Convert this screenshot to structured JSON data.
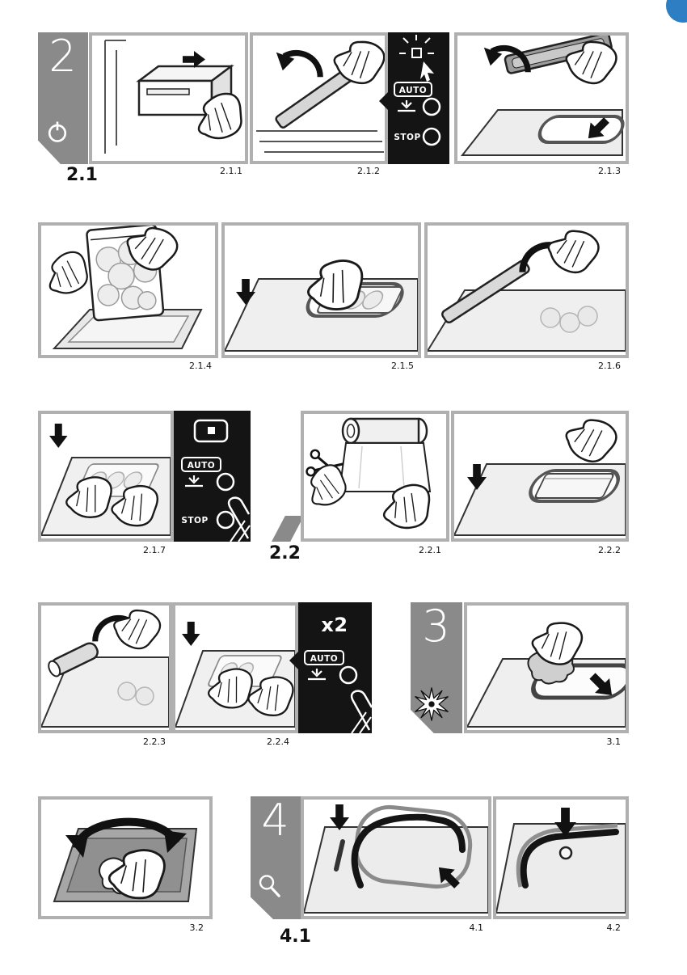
{
  "steps": {
    "step2_number": "2",
    "step21_label": "2.1",
    "step22_label": "2.2",
    "step3_number": "3",
    "step4_number": "4",
    "step41_label": "4.1"
  },
  "control_panel": {
    "auto": "AUTO",
    "stop": "STOP",
    "times2": "x2"
  },
  "panel_labels": {
    "p211": "2.1.1",
    "p212": "2.1.2",
    "p213": "2.1.3",
    "p214": "2.1.4",
    "p215": "2.1.5",
    "p216": "2.1.6",
    "p217": "2.1.7",
    "p221": "2.2.1",
    "p222": "2.2.2",
    "p223": "2.2.3",
    "p224": "2.2.4",
    "p31": "3.1",
    "p32": "3.2",
    "p41": "4.1",
    "p42": "4.2"
  },
  "colors": {
    "panel_border": "#b0b0b0",
    "step_tab_gray": "#8a8a8a",
    "callout_black": "#141414",
    "corner_dot_blue": "#2e7ec3"
  },
  "icons": {
    "power": "power-circle-with-line",
    "blinking_light": "flashing-square-indicator",
    "steady_light": "lit-square-indicator",
    "pointer_cursor": "pointer-arrow",
    "seal_glyph": "press-down-seal-arrow",
    "heat_flash": "starburst-flash",
    "magnifier": "magnifying-glass",
    "scissors": "cutting-scissors",
    "down_arrow": "solid-down-arrow",
    "curved_arrow": "rotate-close-arrow"
  }
}
